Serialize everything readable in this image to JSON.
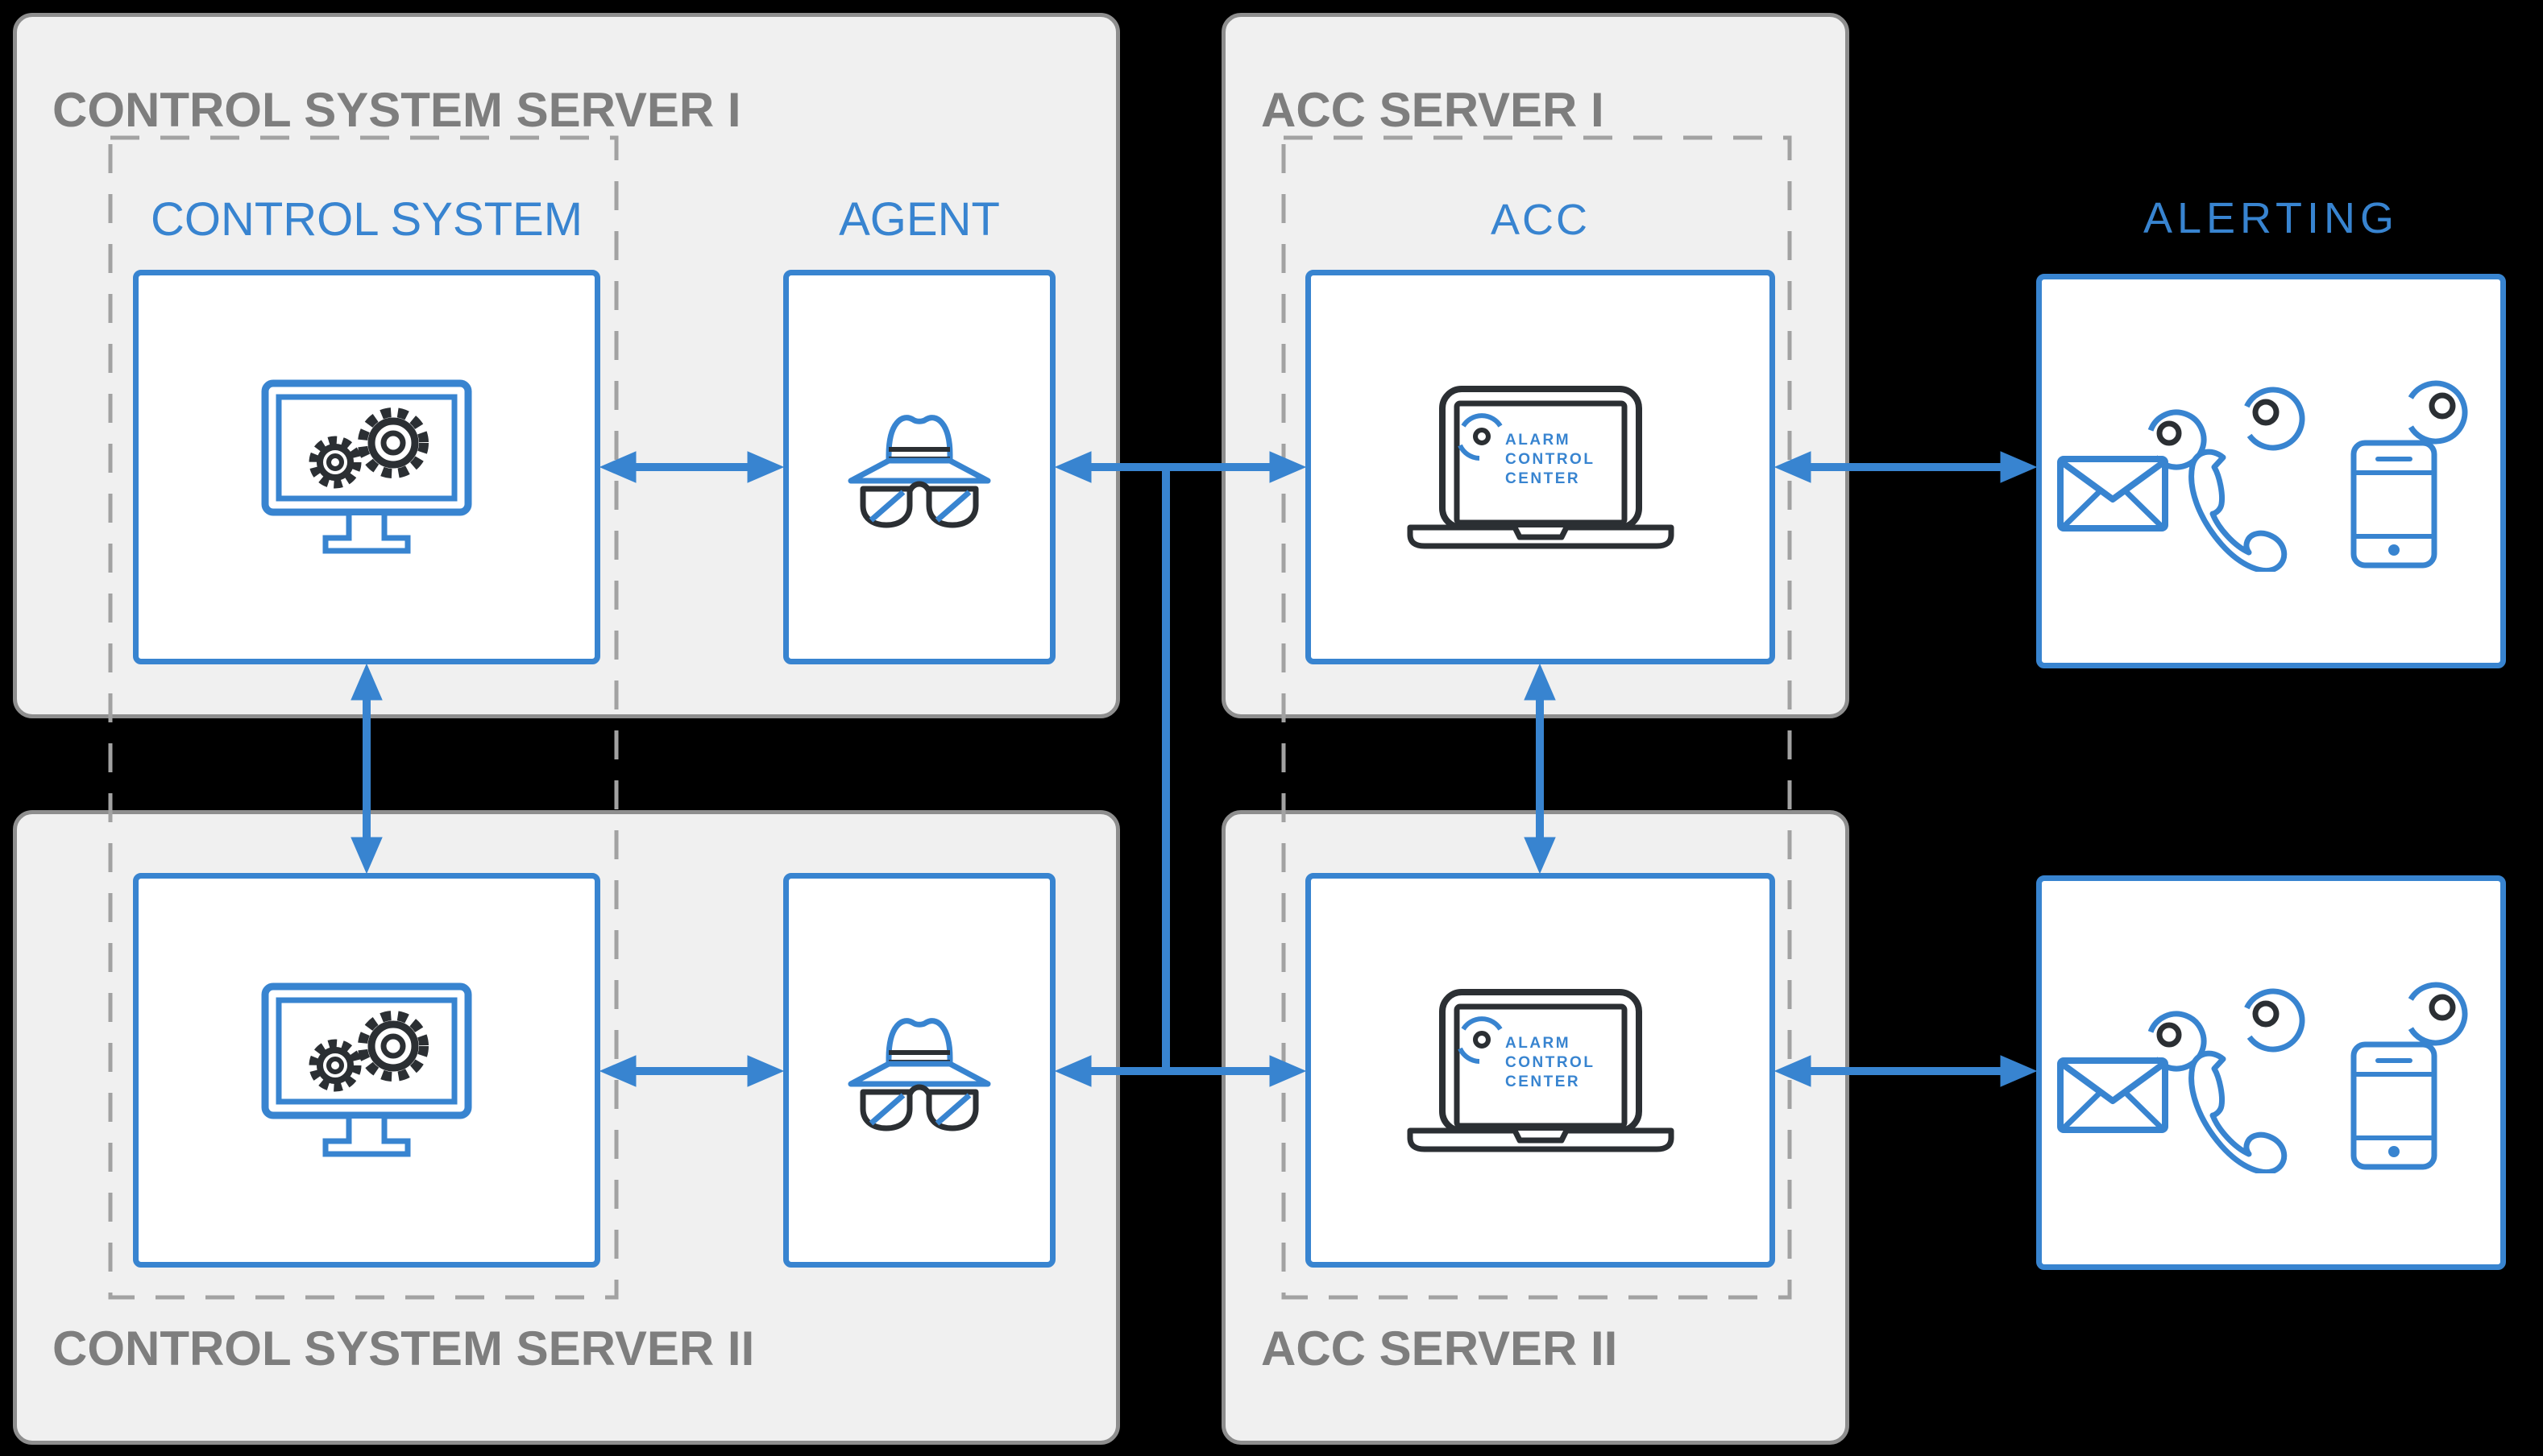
{
  "colors": {
    "background": "#000000",
    "panel_fill": "#f0f0f0",
    "panel_border": "#8e8e8e",
    "title_text": "#7e7e7e",
    "accent_blue": "#3884d0",
    "icon_dark": "#2b2f33",
    "dashed_border": "#a2a2a2"
  },
  "panels": {
    "control_server_1": {
      "title": "CONTROL SYSTEM SERVER I"
    },
    "acc_server_1": {
      "title": "ACC SERVER I"
    },
    "control_server_2": {
      "title": "CONTROL SYSTEM SERVER II"
    },
    "acc_server_2": {
      "title": "ACC SERVER II"
    }
  },
  "labels": {
    "control_system": "CONTROL SYSTEM",
    "agent": "AGENT",
    "acc": "ACC",
    "alerting": "ALERTING"
  },
  "laptop": {
    "line1": "ALARM",
    "line2": "CONTROL",
    "line3": "CENTER"
  },
  "icons": {
    "monitor-gears-icon": "desktop monitor with two gears",
    "spy-agent-icon": "incognito hat and glasses",
    "laptop-acc-icon": "laptop showing alarm control center",
    "alarm-ring-icon": "alarm notification ring",
    "email-alert-icon": "envelope with notification ring",
    "phone-alert-icon": "telephone handset with notification ring",
    "mobile-alert-icon": "smartphone with notification ring"
  }
}
